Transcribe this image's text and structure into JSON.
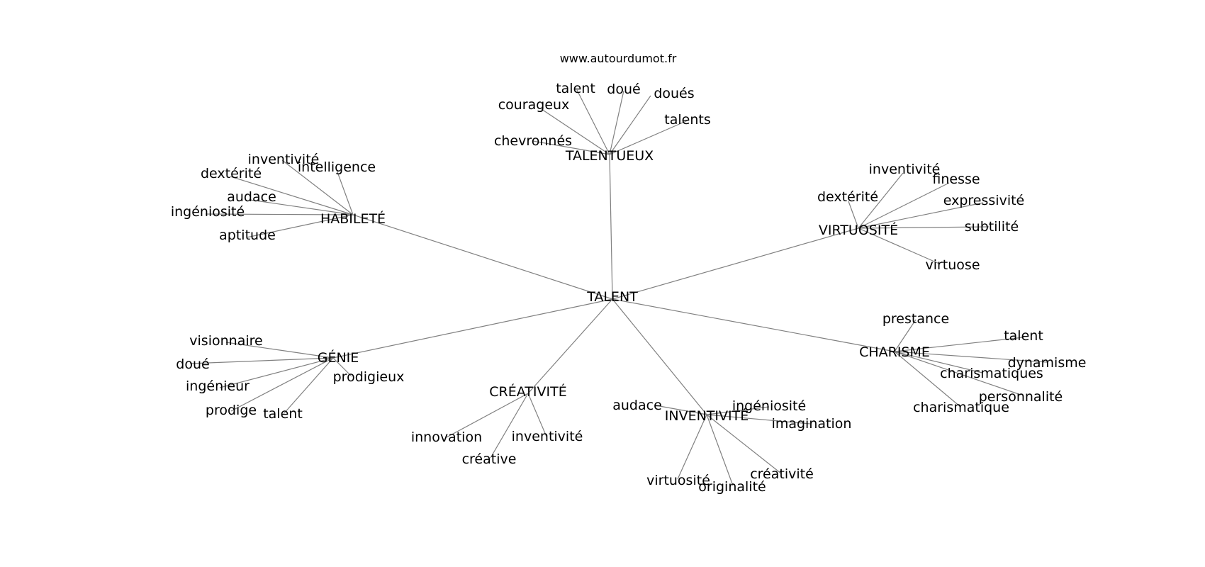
{
  "site": "www.autourdumot.fr",
  "center": "TALENT",
  "branches": [
    {
      "label": "TALENTUEUX",
      "leaves": [
        "talent",
        "doué",
        "doués",
        "courageux",
        "talents",
        "chevronnés"
      ]
    },
    {
      "label": "HABILETÉ",
      "leaves": [
        "inventivité",
        "intelligence",
        "dextérité",
        "audace",
        "ingéniosité",
        "aptitude"
      ]
    },
    {
      "label": "VIRTUOSITÉ",
      "leaves": [
        "inventivité",
        "finesse",
        "dextérité",
        "expressivité",
        "subtilité",
        "virtuose"
      ]
    },
    {
      "label": "GÉNIE",
      "leaves": [
        "visionnaire",
        "doué",
        "ingénieur",
        "prodige",
        "talent",
        "prodigieux"
      ]
    },
    {
      "label": "CHARISME",
      "leaves": [
        "prestance",
        "talent",
        "dynamisme",
        "charismatiques",
        "personnalité",
        "charismatique"
      ]
    },
    {
      "label": "CRÉATIVITÉ",
      "leaves": [
        "innovation",
        "inventivité",
        "créative"
      ]
    },
    {
      "label": "INVENTIVITÉ",
      "leaves": [
        "audace",
        "ingéniosité",
        "imagination",
        "créativité",
        "virtuosité",
        "originalité"
      ]
    }
  ]
}
